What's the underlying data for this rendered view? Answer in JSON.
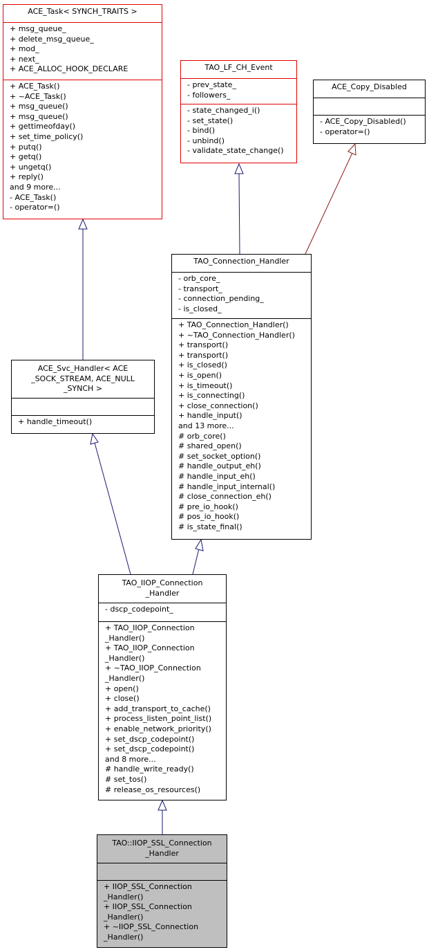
{
  "classes": {
    "ace_task": {
      "title": "ACE_Task< SYNCH_TRAITS >",
      "attributes": [
        "+ msg_queue_",
        "+ delete_msg_queue_",
        "+ mod_",
        "+ next_",
        "+ ACE_ALLOC_HOOK_DECLARE"
      ],
      "methods": [
        "+ ACE_Task()",
        "+ ~ACE_Task()",
        "+ msg_queue()",
        "+ msg_queue()",
        "+ gettimeofday()",
        "+ set_time_policy()",
        "+ putq()",
        "+ getq()",
        "+ ungetq()",
        "+ reply()",
        "and 9 more...",
        "- ACE_Task()",
        "- operator=()"
      ]
    },
    "tao_lf_ch_event": {
      "title": "TAO_LF_CH_Event",
      "attributes": [
        "- prev_state_",
        "- followers_"
      ],
      "methods": [
        "- state_changed_i()",
        "- set_state()",
        "- bind()",
        "- unbind()",
        "- validate_state_change()"
      ]
    },
    "ace_copy_disabled": {
      "title": "ACE_Copy_Disabled",
      "attributes": [],
      "methods": [
        "- ACE_Copy_Disabled()",
        "- operator=()"
      ]
    },
    "tao_connection_handler": {
      "title": "TAO_Connection_Handler",
      "attributes": [
        "- orb_core_",
        "- transport_",
        "- connection_pending_",
        "- is_closed_"
      ],
      "methods": [
        "+ TAO_Connection_Handler()",
        "+ ~TAO_Connection_Handler()",
        "+ transport()",
        "+ transport()",
        "+ is_closed()",
        "+ is_open()",
        "+ is_timeout()",
        "+ is_connecting()",
        "+ close_connection()",
        "+ handle_input()",
        "and 13 more...",
        "# orb_core()",
        "# shared_open()",
        "# set_socket_option()",
        "# handle_output_eh()",
        "# handle_input_eh()",
        "# handle_input_internal()",
        "# close_connection_eh()",
        "# pre_io_hook()",
        "# pos_io_hook()",
        "# is_state_final()"
      ]
    },
    "ace_svc_handler": {
      "title_lines": [
        "ACE_Svc_Handler< ACE",
        "_SOCK_STREAM, ACE_NULL",
        "_SYNCH >"
      ],
      "attributes": [],
      "methods": [
        "+ handle_timeout()"
      ]
    },
    "tao_iiop_connection_handler": {
      "title_lines": [
        "TAO_IIOP_Connection",
        "_Handler"
      ],
      "attributes": [
        "- dscp_codepoint_"
      ],
      "methods": [
        "+ TAO_IIOP_Connection",
        "_Handler()",
        "+ TAO_IIOP_Connection",
        "_Handler()",
        "+ ~TAO_IIOP_Connection",
        "_Handler()",
        "+ open()",
        "+ close()",
        "+ add_transport_to_cache()",
        "+ process_listen_point_list()",
        "+ enable_network_priority()",
        "+ set_dscp_codepoint()",
        "+ set_dscp_codepoint()",
        "and 8 more...",
        "# handle_write_ready()",
        "# set_tos()",
        "# release_os_resources()"
      ]
    },
    "tao_iiop_ssl_connection_handler": {
      "title_lines": [
        "TAO::IIOP_SSL_Connection",
        "_Handler"
      ],
      "attributes": [],
      "methods": [
        "+ IIOP_SSL_Connection",
        "_Handler()",
        "+ IIOP_SSL_Connection",
        "_Handler()",
        "+ ~IIOP_SSL_Connection",
        "_Handler()"
      ]
    }
  },
  "colors": {
    "public_inheritance": "#191970",
    "private_inheritance": "#8b1a1a",
    "undocumented_border": "#e00000",
    "focus_fill": "#bfbfbf"
  }
}
